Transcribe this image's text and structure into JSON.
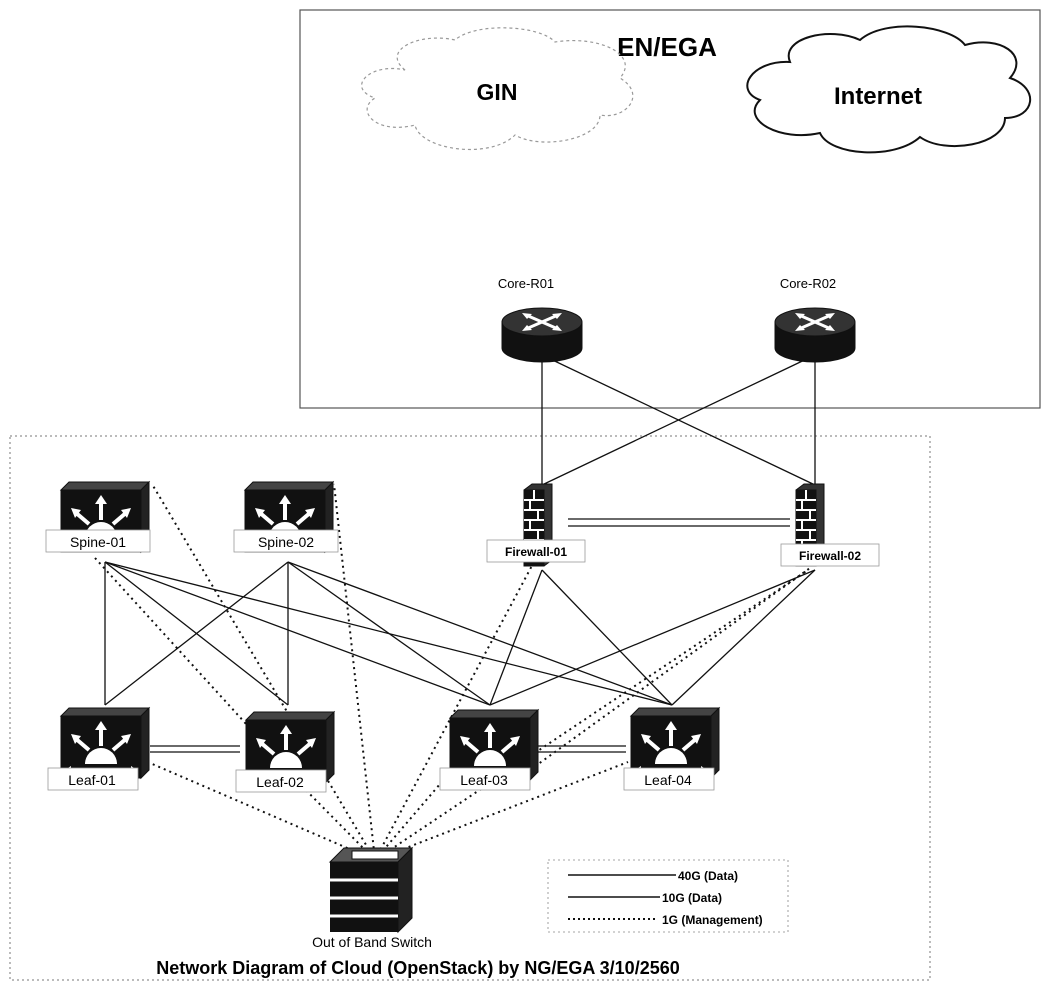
{
  "zone_title": "EN/EGA",
  "clouds": {
    "gin": "GIN",
    "internet": "Internet"
  },
  "routers": {
    "core_r01": "Core-R01",
    "core_r02": "Core-R02"
  },
  "firewalls": {
    "firewall_01": "Firewall-01",
    "firewall_02": "Firewall-02"
  },
  "switches": {
    "spine_01": "Spine-01",
    "spine_02": "Spine-02",
    "leaf_01": "Leaf-01",
    "leaf_02": "Leaf-02",
    "leaf_03": "Leaf-03",
    "leaf_04": "Leaf-04"
  },
  "oob_switch": "Out of Band Switch",
  "legend": {
    "items": [
      {
        "label": "40G (Data)",
        "style": "solid"
      },
      {
        "label": "10G (Data)",
        "style": "solid"
      },
      {
        "label": "1G (Management)",
        "style": "dotted"
      }
    ]
  },
  "caption": "Network Diagram of Cloud (OpenStack) by NG/EGA 3/10/2560",
  "colors": {
    "ink": "#111111",
    "box_border": "#555555",
    "device": "#111111"
  }
}
